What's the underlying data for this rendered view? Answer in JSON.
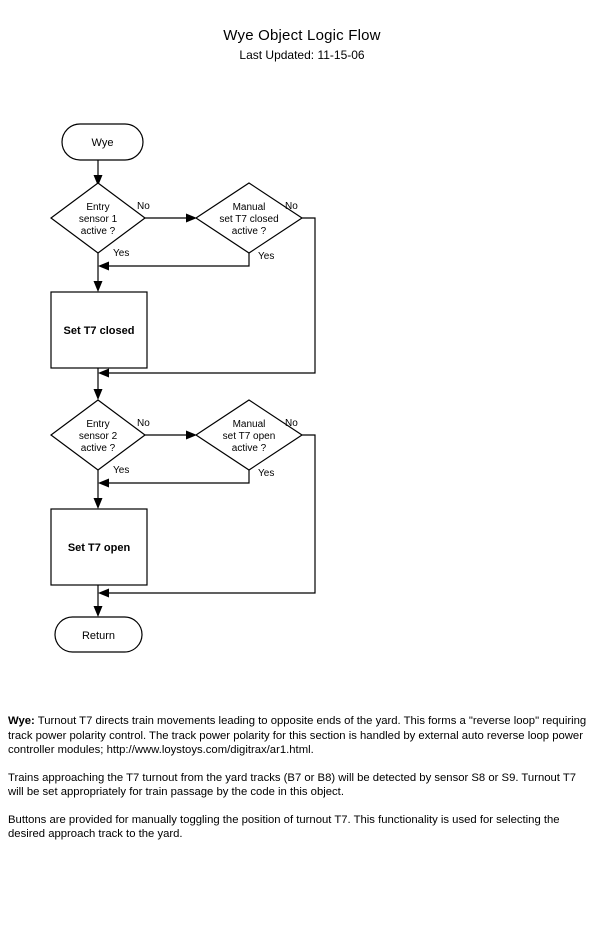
{
  "header": {
    "title": "Wye Object Logic Flow",
    "subtitle": "Last Updated: 11-15-06"
  },
  "flowchart": {
    "start": {
      "label": "Wye"
    },
    "end": {
      "label": "Return"
    },
    "decision1": {
      "line1": "Entry",
      "line2": "sensor 1",
      "line3": "active ?"
    },
    "decision2": {
      "line1": "Manual",
      "line2": "set T7 closed",
      "line3": "active ?"
    },
    "decision3": {
      "line1": "Entry",
      "line2": "sensor 2",
      "line3": "active ?"
    },
    "decision4": {
      "line1": "Manual",
      "line2": "set T7 open",
      "line3": "active ?"
    },
    "process1": {
      "label": "Set T7 closed"
    },
    "process2": {
      "label": "Set T7 open"
    },
    "labels": {
      "no1": "No",
      "yes1": "Yes",
      "no2": "No",
      "yes2": "Yes",
      "no3": "No",
      "yes3": "Yes",
      "no4": "No",
      "yes4": "Yes"
    }
  },
  "notes": {
    "p1_lead": "Wye:",
    "p1_body": "Turnout T7 directs train movements leading to opposite ends of the yard. This forms a \"reverse loop\" requiring track power polarity control. The track power polarity for this section is handled by external auto reverse loop power controller modules; http://www.loystoys.com/digitrax/ar1.html.",
    "p2": "Trains approaching the T7 turnout from the yard tracks (B7 or B8) will be detected by sensor S8 or S9. Turnout T7 will be set appropriately for train passage by the code in this object.",
    "p3": "Buttons are provided for manually toggling the position of turnout T7. This functionality is used for selecting the desired approach track to the yard."
  }
}
